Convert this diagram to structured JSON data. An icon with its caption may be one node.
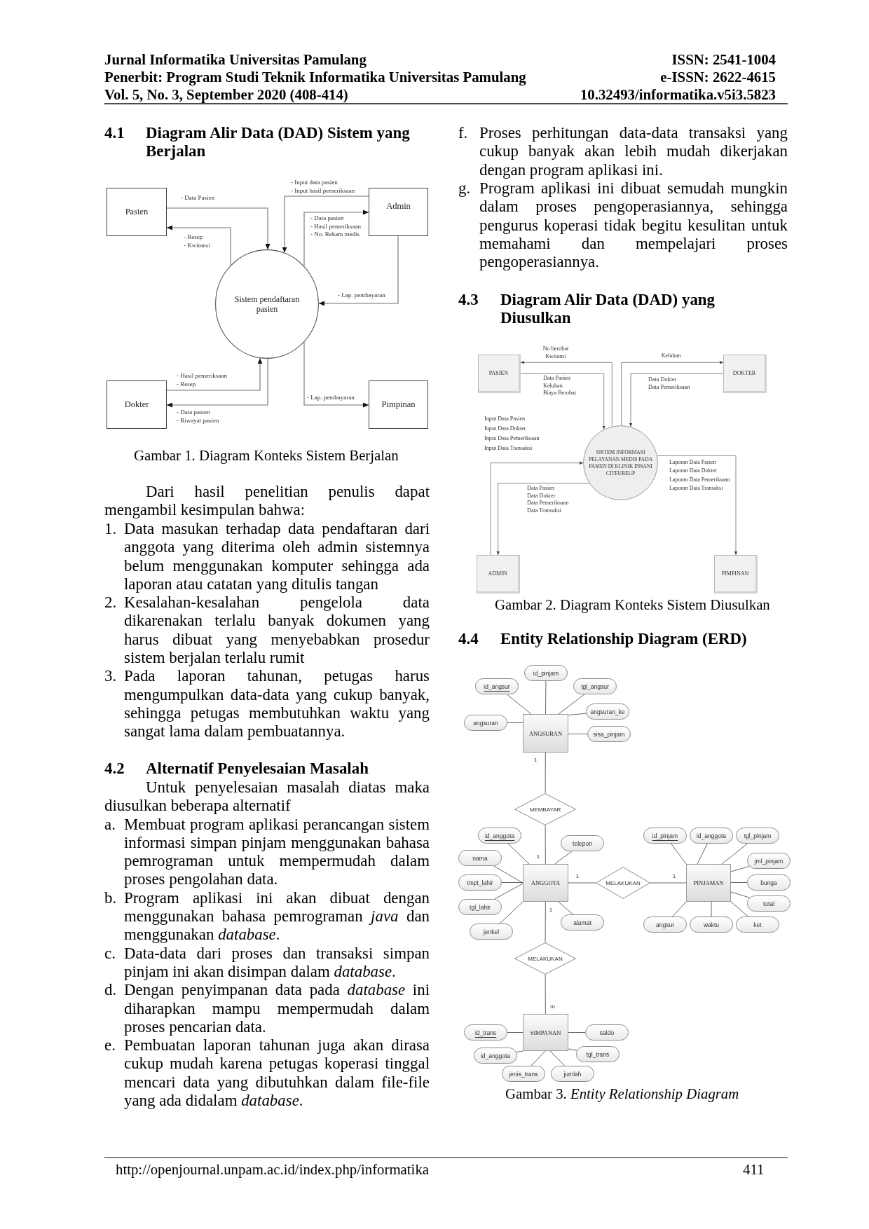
{
  "diagram": {
    "nodes": [
      {
        "text": [
          "Pasien"
        ]
      },
      {
        "text": [
          "Admin"
        ]
      },
      {
        "text": [
          "Sistem pendaftaran pasien"
        ]
      },
      {
        "text": [
          "Dokter"
        ]
      },
      {
        "text": [
          "Pimpinan"
        ]
      },
      {
        "text": [
          "PASIEN"
        ]
      },
      {
        "text": [
          "DOKTER"
        ]
      },
      {
        "text": [
          "SISTEM INFORMASI PELAYANAN MEDIS PADA PASIEN DI KLINIK INSANI CITEUREUP"
        ]
      },
      {
        "text": [
          "ADMIN"
        ]
      },
      {
        "text": [
          "PIMPINAN"
        ]
      },
      {
        "text": [
          "ANGSURAN"
        ]
      },
      {
        "text": [
          "id_angsur"
        ]
      },
      {
        "text": [
          "id_pinjam"
        ]
      },
      {
        "text": [
          "tgl_angsur"
        ]
      },
      {
        "text": [
          "angsuran"
        ]
      },
      {
        "text": [
          "angsuran_ke"
        ]
      },
      {
        "text": [
          "sisa_pinjam"
        ]
      },
      {
        "text": [
          "MEMBAYAR"
        ]
      },
      {
        "text": [
          "ANGGOTA"
        ]
      },
      {
        "text": [
          "id_anggota"
        ]
      },
      {
        "text": [
          "telepon"
        ]
      },
      {
        "text": [
          "nama"
        ]
      },
      {
        "text": [
          "tmpt_lahir"
        ]
      },
      {
        "text": [
          "tgl_lahir"
        ]
      },
      {
        "text": [
          "jenkel"
        ]
      },
      {
        "text": [
          "alamat"
        ]
      },
      {
        "text": [
          "MELAKUKAN"
        ]
      },
      {
        "text": [
          "PINJAMAN"
        ]
      },
      {
        "text": [
          "id_pinjam"
        ]
      },
      {
        "text": [
          "id_anggota"
        ]
      },
      {
        "text": [
          "tgl_pinjam"
        ]
      },
      {
        "text": [
          "jml_pinjam"
        ]
      },
      {
        "text": [
          "bunga"
        ]
      },
      {
        "text": [
          "total"
        ]
      },
      {
        "text": [
          "angsur"
        ]
      },
      {
        "text": [
          "waktu"
        ]
      },
      {
        "text": [
          "ket"
        ]
      },
      {
        "text": [
          "MELAKUKAN"
        ]
      },
      {
        "text": [
          "SIMPANAN"
        ]
      },
      {
        "text": [
          "id_trans"
        ]
      },
      {
        "text": [
          "saldo"
        ]
      },
      {
        "text": [
          "id_anggota"
        ]
      },
      {
        "text": [
          "tgl_trans"
        ]
      },
      {
        "text": [
          "jenis_trans"
        ]
      },
      {
        "text": [
          "jumlah"
        ]
      }
    ],
    "edges": [
      {
        "from": 0,
        "to": 2,
        "arrow": "to",
        "label": "- Data Pasien"
      },
      {
        "from": 2,
        "to": 0,
        "arrow": "to",
        "label": "- Resep - Kwitansi"
      },
      {
        "from": 1,
        "to": 2,
        "arrow": "to",
        "label": "- Input data pasien - Input hasil pemeriksaan"
      },
      {
        "from": 2,
        "to": 1,
        "arrow": "to",
        "label": "- Data pasien - Hasil pemeriksaan - No. Rekam medis"
      },
      {
        "from": 1,
        "to": 2,
        "arrow": "to",
        "label": "- Lap. pembayaran"
      },
      {
        "from": 3,
        "to": 2,
        "arrow": "to",
        "label": "- Hasil pemeriksaan - Resep"
      },
      {
        "from": 2,
        "to": 3,
        "arrow": "to",
        "label": "- Data pasien - Riwayat pasien"
      },
      {
        "from": 2,
        "to": 4,
        "arrow": "to",
        "label": "- Lap. pembayaran"
      },
      {
        "from": 7,
        "to": 5,
        "arrow": "to",
        "label": "No berobat Kwitansi"
      },
      {
        "from": 5,
        "to": 7,
        "arrow": "to",
        "label": "Data Pasien Keluhan Biaya Berobat"
      },
      {
        "from": 7,
        "to": 6,
        "arrow": "to",
        "label": "Keluhan"
      },
      {
        "from": 6,
        "to": 7,
        "arrow": "to",
        "label": "Data Dokter Data Pemeriksaan"
      },
      {
        "from": 8,
        "to": 7,
        "arrow": "to",
        "label": "Input Data Pasien Input Data Dokter Input Data Pemeriksaan Input Data Transaksi"
      },
      {
        "from": 7,
        "to": 8,
        "arrow": "to",
        "label": "Data Pasien Data Dokter Data Pemeriksaan Data Transaksi"
      },
      {
        "from": 7,
        "to": 9,
        "arrow": "to",
        "label": "Laporan Data Pasien Laporan Data Dokter Laporan Data Pemeriksaan Laporan Data Transaksi"
      },
      {
        "from": 10,
        "to": 17,
        "arrow": "none",
        "label": "1"
      },
      {
        "from": 17,
        "to": 18,
        "arrow": "none",
        "label": "1"
      },
      {
        "from": 18,
        "to": 26,
        "arrow": "none",
        "label": "1"
      },
      {
        "from": 26,
        "to": 27,
        "arrow": "none",
        "label": "1"
      },
      {
        "from": 18,
        "to": 37,
        "arrow": "none",
        "label": "1"
      },
      {
        "from": 37,
        "to": 38,
        "arrow": "none",
        "label": "m"
      },
      {
        "from": 10,
        "to": 11,
        "arrow": "none"
      },
      {
        "from": 10,
        "to": 12,
        "arrow": "none"
      },
      {
        "from": 10,
        "to": 13,
        "arrow": "none"
      },
      {
        "from": 10,
        "to": 14,
        "arrow": "none"
      },
      {
        "from": 10,
        "to": 15,
        "arrow": "none"
      },
      {
        "from": 10,
        "to": 16,
        "arrow": "none"
      },
      {
        "from": 18,
        "to": 19,
        "arrow": "none"
      },
      {
        "from": 18,
        "to": 20,
        "arrow": "none"
      },
      {
        "from": 18,
        "to": 21,
        "arrow": "none"
      },
      {
        "from": 18,
        "to": 22,
        "arrow": "none"
      },
      {
        "from": 18,
        "to": 23,
        "arrow": "none"
      },
      {
        "from": 18,
        "to": 24,
        "arrow": "none"
      },
      {
        "from": 18,
        "to": 25,
        "arrow": "none"
      },
      {
        "from": 27,
        "to": 28,
        "arrow": "none"
      },
      {
        "from": 27,
        "to": 29,
        "arrow": "none"
      },
      {
        "from": 27,
        "to": 30,
        "arrow": "none"
      },
      {
        "from": 27,
        "to": 31,
        "arrow": "none"
      },
      {
        "from": 27,
        "to": 32,
        "arrow": "none"
      },
      {
        "from": 27,
        "to": 33,
        "arrow": "none"
      },
      {
        "from": 27,
        "to": 34,
        "arrow": "none"
      },
      {
        "from": 27,
        "to": 35,
        "arrow": "none"
      },
      {
        "from": 27,
        "to": 36,
        "arrow": "none"
      },
      {
        "from": 38,
        "to": 39,
        "arrow": "none"
      },
      {
        "from": 38,
        "to": 40,
        "arrow": "none"
      },
      {
        "from": 38,
        "to": 41,
        "arrow": "none"
      },
      {
        "from": 38,
        "to": 42,
        "arrow": "none"
      },
      {
        "from": 38,
        "to": 43,
        "arrow": "none"
      },
      {
        "from": 38,
        "to": 44,
        "arrow": "none"
      }
    ],
    "labels": [
      "Jurnal Informatika Universitas Pamulang",
      "ISSN: 2541-1004",
      "Penerbit: Program Studi Teknik Informatika Universitas Pamulang",
      "e-ISSN: 2622-4615",
      "Vol. 5, No. 3, September 2020 (408-414)",
      "10.32493/informatika.v5i3.5823",
      "4.1 Diagram Alir Data (DAD) Sistem yang Berjalan",
      "Gambar 1. Diagram Konteks Sistem Berjalan",
      "Dari hasil penelitian penulis dapat mengambil kesimpulan bahwa:",
      "1. Data masukan terhadap data pendaftaran dari anggota yang diterima oleh admin sistemnya belum menggunakan komputer sehingga ada laporan atau catatan yang ditulis tangan",
      "2. Kesalahan-kesalahan pengelola data dikarenakan terlalu banyak dokumen yang harus dibuat yang menyebabkan prosedur sistem berjalan terlalu rumit",
      "3. Pada laporan tahunan, petugas harus mengumpulkan data-data yang cukup banyak, sehingga petugas membutuhkan waktu yang sangat lama dalam pembuatannya.",
      "4.2 Alternatif Penyelesaian Masalah",
      "Untuk penyelesaian masalah diatas maka diusulkan beberapa alternatif",
      "a. Membuat program aplikasi perancangan sistem informasi simpan pinjam menggunakan bahasa pemrograman untuk mempermudah dalam proses pengolahan data.",
      "b. Program aplikasi ini akan dibuat dengan menggunakan bahasa pemrograman *java* dan menggunakan *database*.",
      "c. Data-data dari proses dan transaksi simpan pinjam ini akan disimpan dalam *database*.",
      "d. Dengan penyimpanan data pada *database* ini diharapkan mampu mempermudah dalam proses pencarian data.",
      "e. Pembuatan laporan tahunan juga akan dirasa cukup mudah karena petugas koperasi tinggal mencari data yang dibutuhkan dalam file-file yang ada didalam *database*.",
      "f. Proses perhitungan data-data transaksi yang cukup banyak akan lebih mudah dikerjakan dengan program aplikasi ini.",
      "g. Program aplikasi ini dibuat semudah mungkin dalam proses pengoperasiannya, sehingga pengurus koperasi tidak begitu kesulitan untuk memahami dan mempelajari proses pengoperasiannya.",
      "4.3 Diagram Alir Data (DAD) yang Diusulkan",
      "Gambar 2. Diagram Konteks Sistem Diusulkan",
      "4.4 Entity Relationship Diagram (ERD)",
      "Gambar 3. *Entity Relationship Diagram*",
      "http://openjournal.unpam.ac.id/index.php/informatika",
      "411"
    ]
  }
}
